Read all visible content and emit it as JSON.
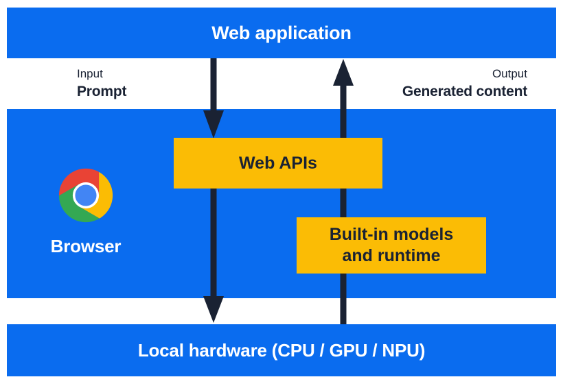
{
  "top_banner": {
    "label": "Web application"
  },
  "flow_labels": {
    "input_caption": "Input",
    "input_value": "Prompt",
    "output_caption": "Output",
    "output_value": "Generated content"
  },
  "browser": {
    "label": "Browser",
    "logo_icon": "chrome-logo-icon"
  },
  "boxes": {
    "web_apis": "Web APIs",
    "builtin_line1": "Built-in models",
    "builtin_line2": "and runtime"
  },
  "bottom_banner": {
    "label": "Local hardware (CPU / GPU / NPU)"
  },
  "arrows": {
    "input_arrow": "arrow-down",
    "output_arrow": "arrow-up"
  },
  "colors": {
    "blue": "#0A6CEF",
    "yellow": "#FBBC05",
    "dark": "#1A2233",
    "white": "#FFFFFF",
    "chrome_red": "#E94335",
    "chrome_yellow": "#FBBC04",
    "chrome_green": "#34A853",
    "chrome_blue": "#4285F4"
  }
}
